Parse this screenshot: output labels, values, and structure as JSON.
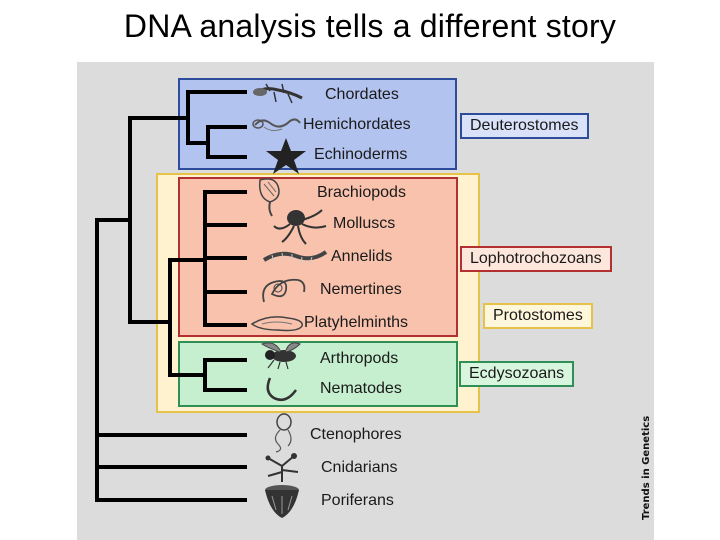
{
  "title": "DNA analysis tells a different story",
  "taxa": [
    {
      "name": "Chordates",
      "icon": "lizard-icon"
    },
    {
      "name": "Hemichordates",
      "icon": "acorn-worm-icon"
    },
    {
      "name": "Echinoderms",
      "icon": "starfish-icon"
    },
    {
      "name": "Brachiopods",
      "icon": "brachiopod-icon"
    },
    {
      "name": "Molluscs",
      "icon": "octopus-icon"
    },
    {
      "name": "Annelids",
      "icon": "segmented-worm-icon"
    },
    {
      "name": "Nemertines",
      "icon": "ribbon-worm-icon"
    },
    {
      "name": "Platyhelminths",
      "icon": "flatworm-icon"
    },
    {
      "name": "Arthropods",
      "icon": "fly-icon"
    },
    {
      "name": "Nematodes",
      "icon": "roundworm-icon"
    },
    {
      "name": "Ctenophores",
      "icon": "comb-jelly-icon"
    },
    {
      "name": "Cnidarians",
      "icon": "hydra-icon"
    },
    {
      "name": "Poriferans",
      "icon": "sponge-icon"
    }
  ],
  "clades": {
    "deuterostomes": "Deuterostomes",
    "lophotrochozoans": "Lophotrochozoans",
    "protostomes": "Protostomes",
    "ecdysozoans": "Ecdysozoans"
  },
  "colors": {
    "deuterostomes_fill": "#b3c3ef",
    "deuterostomes_border": "#2e4c9c",
    "protostomes_fill": "#fff3cf",
    "protostomes_border": "#e6c24a",
    "lophotrochozoans_fill": "#f8c2ad",
    "lophotrochozoans_border": "#b23030",
    "ecdysozoans_fill": "#c6efcf",
    "ecdysozoans_border": "#2f8f57",
    "panel_background": "#dcdcdc"
  },
  "credit": "Trends in Genetics"
}
